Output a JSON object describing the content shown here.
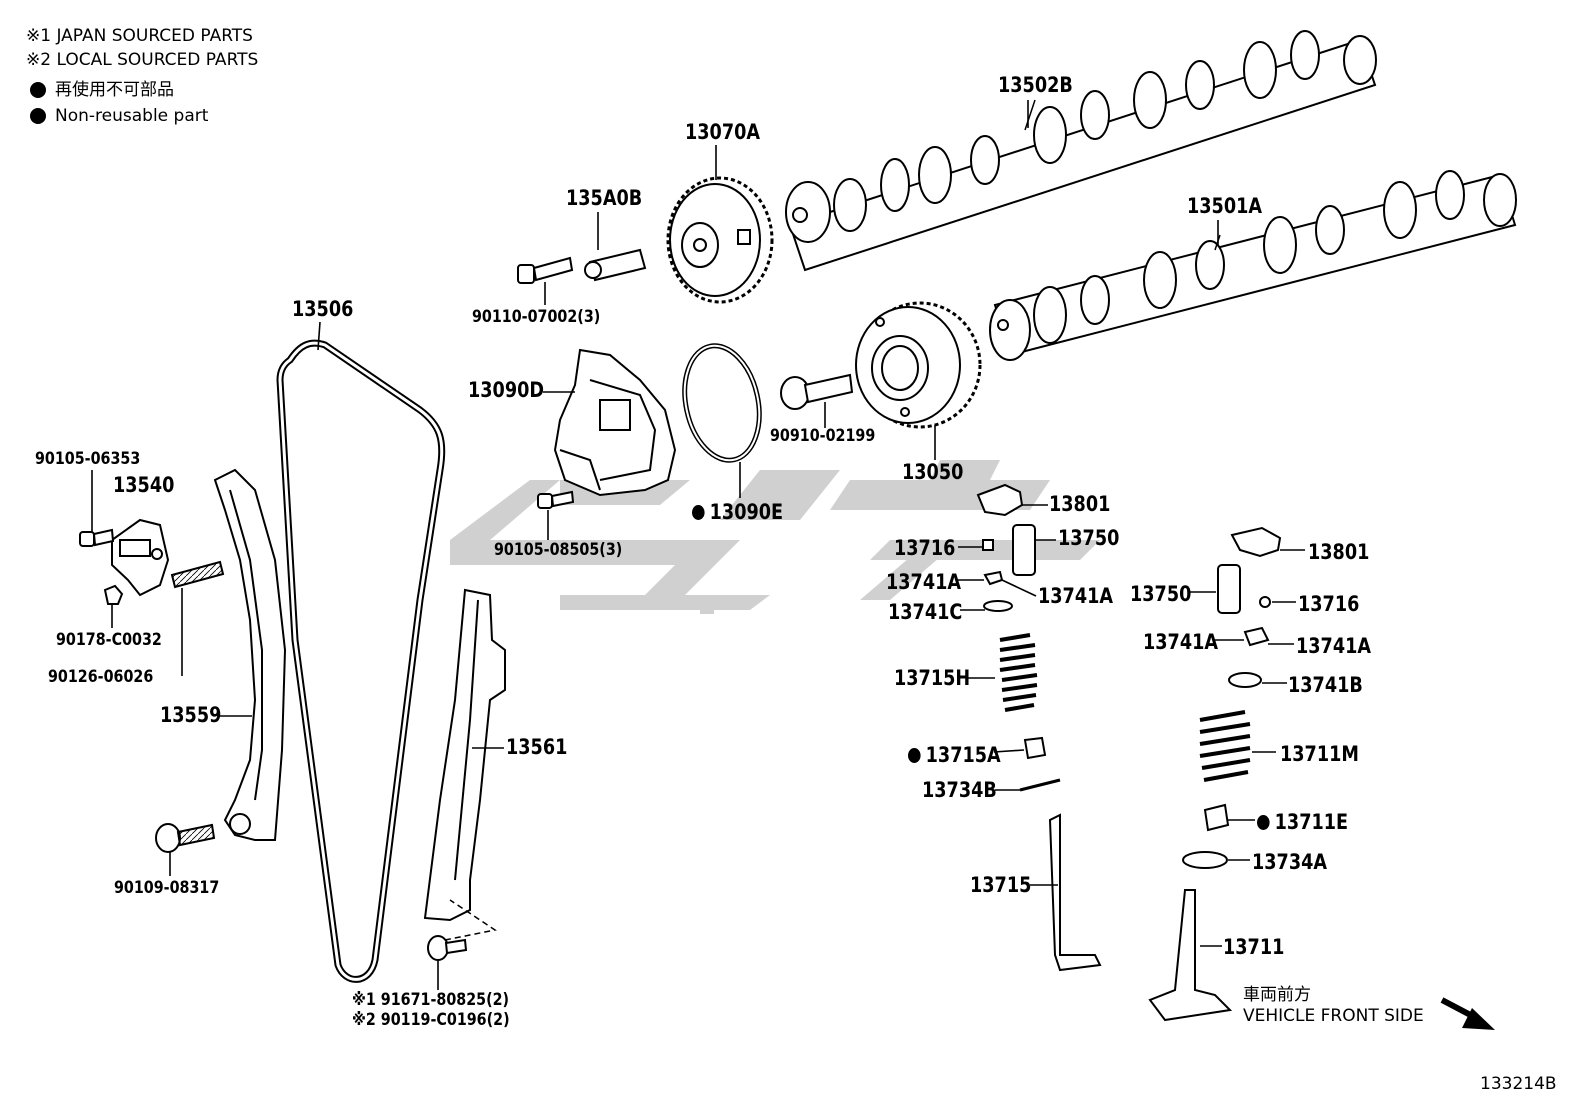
{
  "legend": {
    "japan_sourced": "※1 JAPAN SOURCED PARTS",
    "local_sourced": "※2 LOCAL SOURCED PARTS",
    "non_reusable_jp": "再使用不可部品",
    "non_reusable_en": "Non-reusable part"
  },
  "direction": {
    "jp": "車両前方",
    "en": "VEHICLE FRONT SIDE"
  },
  "diagram_id": "133214B",
  "parts": {
    "p13502B": "13502B",
    "p13501A": "13501A",
    "p13070A": "13070A",
    "p135A0B": "135A0B",
    "p90110": "90110-07002(3)",
    "p13506": "13506",
    "p13090D": "13090D",
    "p90910": "90910-02199",
    "p13050": "13050",
    "p13090E": "13090E",
    "p90105_08505": "90105-08505(3)",
    "p90105_06353": "90105-06353",
    "p13540": "13540",
    "p90178": "90178-C0032",
    "p90126": "90126-06026",
    "p13559": "13559",
    "p13561": "13561",
    "p90109": "90109-08317",
    "p91671": "※1 91671-80825(2)",
    "p90119": "※2 90119-C0196(2)",
    "p13801_a": "13801",
    "p13750_a": "13750",
    "p13716_a": "13716",
    "p13741A_a": "13741A",
    "p13741A_b": "13741A",
    "p13741C": "13741C",
    "p13715H": "13715H",
    "p13715A": "13715A",
    "p13734B": "13734B",
    "p13715": "13715",
    "p13801_b": "13801",
    "p13750_b": "13750",
    "p13716_b": "13716",
    "p13741A_c": "13741A",
    "p13741A_d": "13741A",
    "p13741B": "13741B",
    "p13711M": "13711M",
    "p13711E": "13711E",
    "p13734A": "13734A",
    "p13711": "13711"
  }
}
